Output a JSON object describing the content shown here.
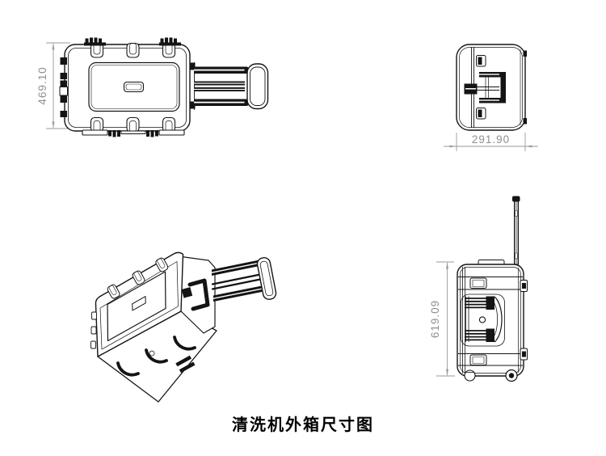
{
  "title": "清洗机外箱尺寸图",
  "dimensions": {
    "top_view_width": "469.10",
    "end_view_width": "291.90",
    "side_view_height": "619.09"
  },
  "colors": {
    "background": "#ffffff",
    "drawing_line": "#141414",
    "dimension_line": "#9a9a9a",
    "dimension_text": "#8f8f8f",
    "title_text": "#000000"
  }
}
